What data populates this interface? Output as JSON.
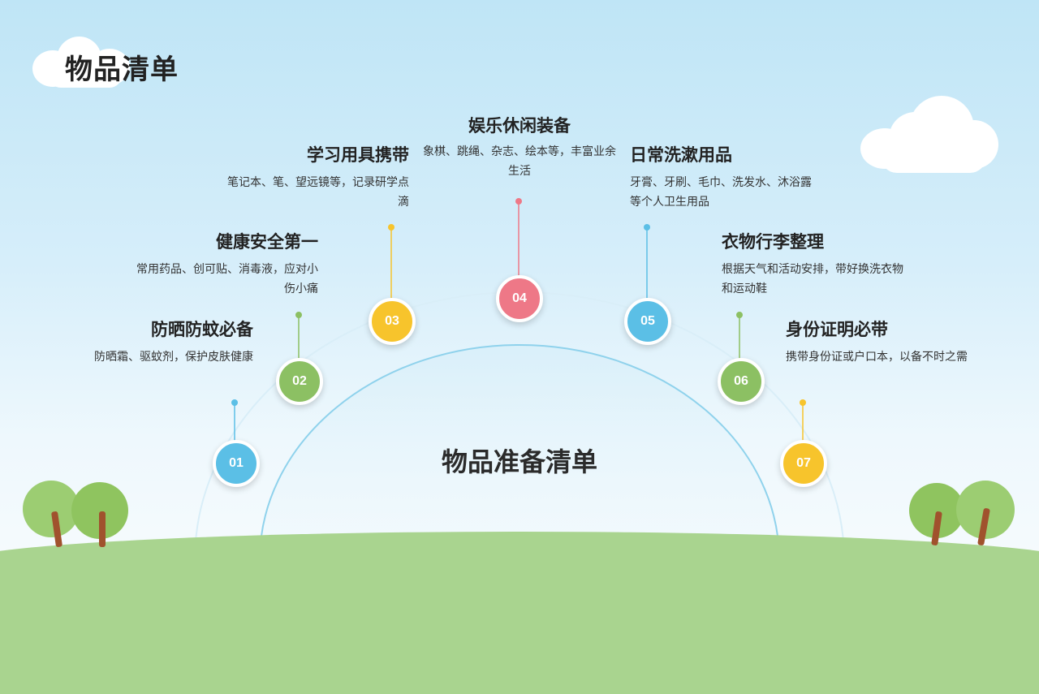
{
  "page_title": "物品清单",
  "center_title": "物品准备清单",
  "items": [
    {
      "num": "01",
      "title": "防晒防蚊必备",
      "desc": "防晒霜、驱蚊剂，保护皮肤健康",
      "color": "#5bbfe6"
    },
    {
      "num": "02",
      "title": "健康安全第一",
      "desc": "常用药品、创可贴、消毒液，应对小伤小痛",
      "color": "#8cc063"
    },
    {
      "num": "03",
      "title": "学习用具携带",
      "desc": "笔记本、笔、望远镜等，记录研学点滴",
      "color": "#f7c42c"
    },
    {
      "num": "04",
      "title": "娱乐休闲装备",
      "desc": "象棋、跳绳、杂志、绘本等，丰富业余生活",
      "color": "#ee7887"
    },
    {
      "num": "05",
      "title": "日常洗漱用品",
      "desc": "牙膏、牙刷、毛巾、洗发水、沐浴露等个人卫生用品",
      "color": "#5bbfe6"
    },
    {
      "num": "06",
      "title": "衣物行李整理",
      "desc": "根据天气和活动安排，带好换洗衣物和运动鞋",
      "color": "#8cc063"
    },
    {
      "num": "07",
      "title": "身份证明必带",
      "desc": "携带身份证或户口本，以备不时之需",
      "color": "#f7c42c"
    }
  ]
}
